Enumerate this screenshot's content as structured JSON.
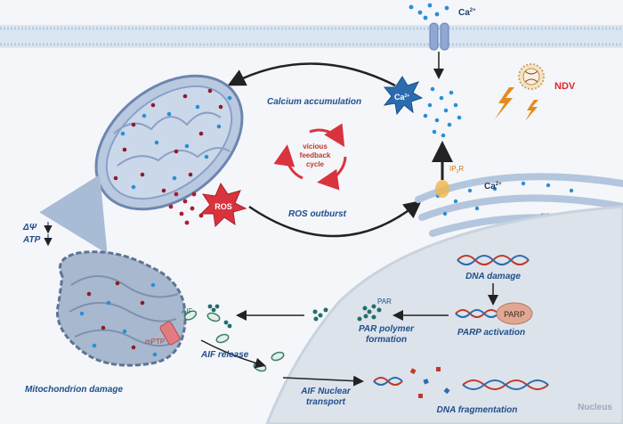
{
  "labels": {
    "ca_top": "Ca",
    "ca_top_sup": "2+",
    "ndv": "NDV",
    "calcium_accumulation": "Calcium  accumulation",
    "ca_burst": "Ca",
    "ca_burst_sup": "2+",
    "vicious_line1": "vicious",
    "vicious_line2": "feedback",
    "vicious_line3": "cycle",
    "ros": "ROS",
    "ros_outburst": "ROS outburst",
    "ip3r": "IP",
    "ip3r_sub": "3",
    "ip3r_end": "R",
    "ca_er": "Ca",
    "ca_er_sup": "2+",
    "er": "ER",
    "delta_psi": "ΔΨ",
    "atp": "ATP",
    "aif": "AIF",
    "mptp": "mPTP",
    "aif_release": "AIF release",
    "mito_damage": "Mitochondrion damage",
    "par": "PAR",
    "par_polymer_1": "PAR polymer",
    "par_polymer_2": "formation",
    "dna_damage": "DNA damage",
    "parp": "PARP",
    "parp_activation": "PARP activation",
    "aif_nuclear_1": "AIF Nuclear",
    "aif_nuclear_2": "transport",
    "dna_fragmentation": "DNA fragmentation",
    "nucleus": "Nucleus"
  },
  "colors": {
    "membrane": "#cfe0f0",
    "mito_fill": "#b9c9e0",
    "dot_blue": "#2a8fd6",
    "dot_red": "#8e1b2a",
    "ros_red": "#d9343d",
    "ndv_orange": "#e58a1f",
    "label_blue": "#1f4e8c",
    "nucleus": "#dde3ea"
  }
}
